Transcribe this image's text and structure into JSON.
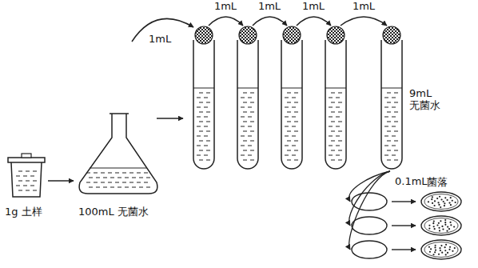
{
  "diagram": {
    "labels": [
      "1mL",
      "1mL",
      "1mL",
      "1mL",
      "1mL",
      "9mL 无菌水",
      "1g 土样",
      "100mL 无菌水",
      "0.1mL",
      "菌落"
    ]
  }
}
